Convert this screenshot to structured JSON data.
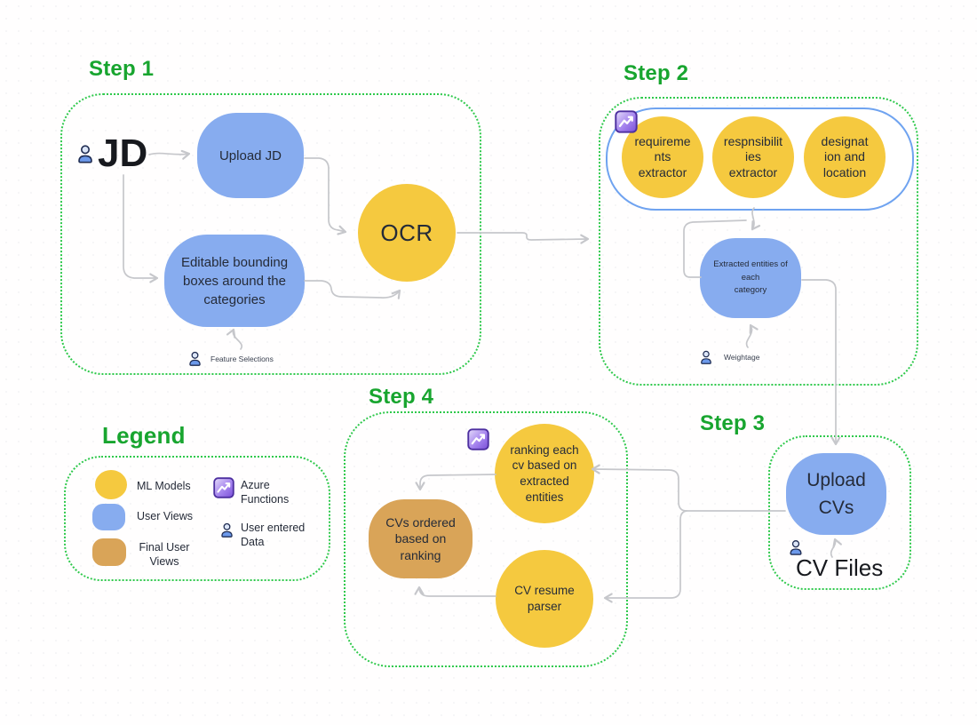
{
  "colors": {
    "title-green": "#18A52F",
    "border-green": "#2FC94C",
    "yellow": "#F5C93F",
    "blue": "#87ACEF",
    "orange": "#D9A458",
    "pill-border": "#6FA3F0",
    "arrow": "#C6C7CB",
    "text-dark": "#252B38"
  },
  "step1": {
    "title": "Step 1",
    "jd_label": "JD",
    "upload_jd_label": "Upload JD",
    "editable_label": "Editable bounding\nboxes around the\ncategories",
    "ocr_label": "OCR",
    "feature_selections_label": "Feature Selections"
  },
  "step2": {
    "title": "Step 2",
    "extractor1_label": "requireme\nnts\nextractor",
    "extractor2_label": "respnsibilit\nies\nextractor",
    "extractor3_label": "designat\nion and\nlocation",
    "extracted_entities_label": "Extracted entities of\neach\ncategory",
    "weightage_label": "Weightage"
  },
  "step3": {
    "title": "Step 3",
    "upload_cvs_label": "Upload\nCVs",
    "cv_files_label": "CV Files"
  },
  "step4": {
    "title": "Step 4",
    "ranking_label": "ranking each\ncv based on\nextracted\nentities",
    "cvs_ordered_label": "CVs ordered\nbased on\nranking",
    "cv_parser_label": "CV resume\nparser"
  },
  "legend": {
    "title": "Legend",
    "ml_models_label": "ML Models",
    "user_views_label": "User Views",
    "final_user_views_label": "Final User\nViews",
    "azure_functions_label": "Azure\nFunctions",
    "user_entered_data_label": "User entered\nData"
  }
}
